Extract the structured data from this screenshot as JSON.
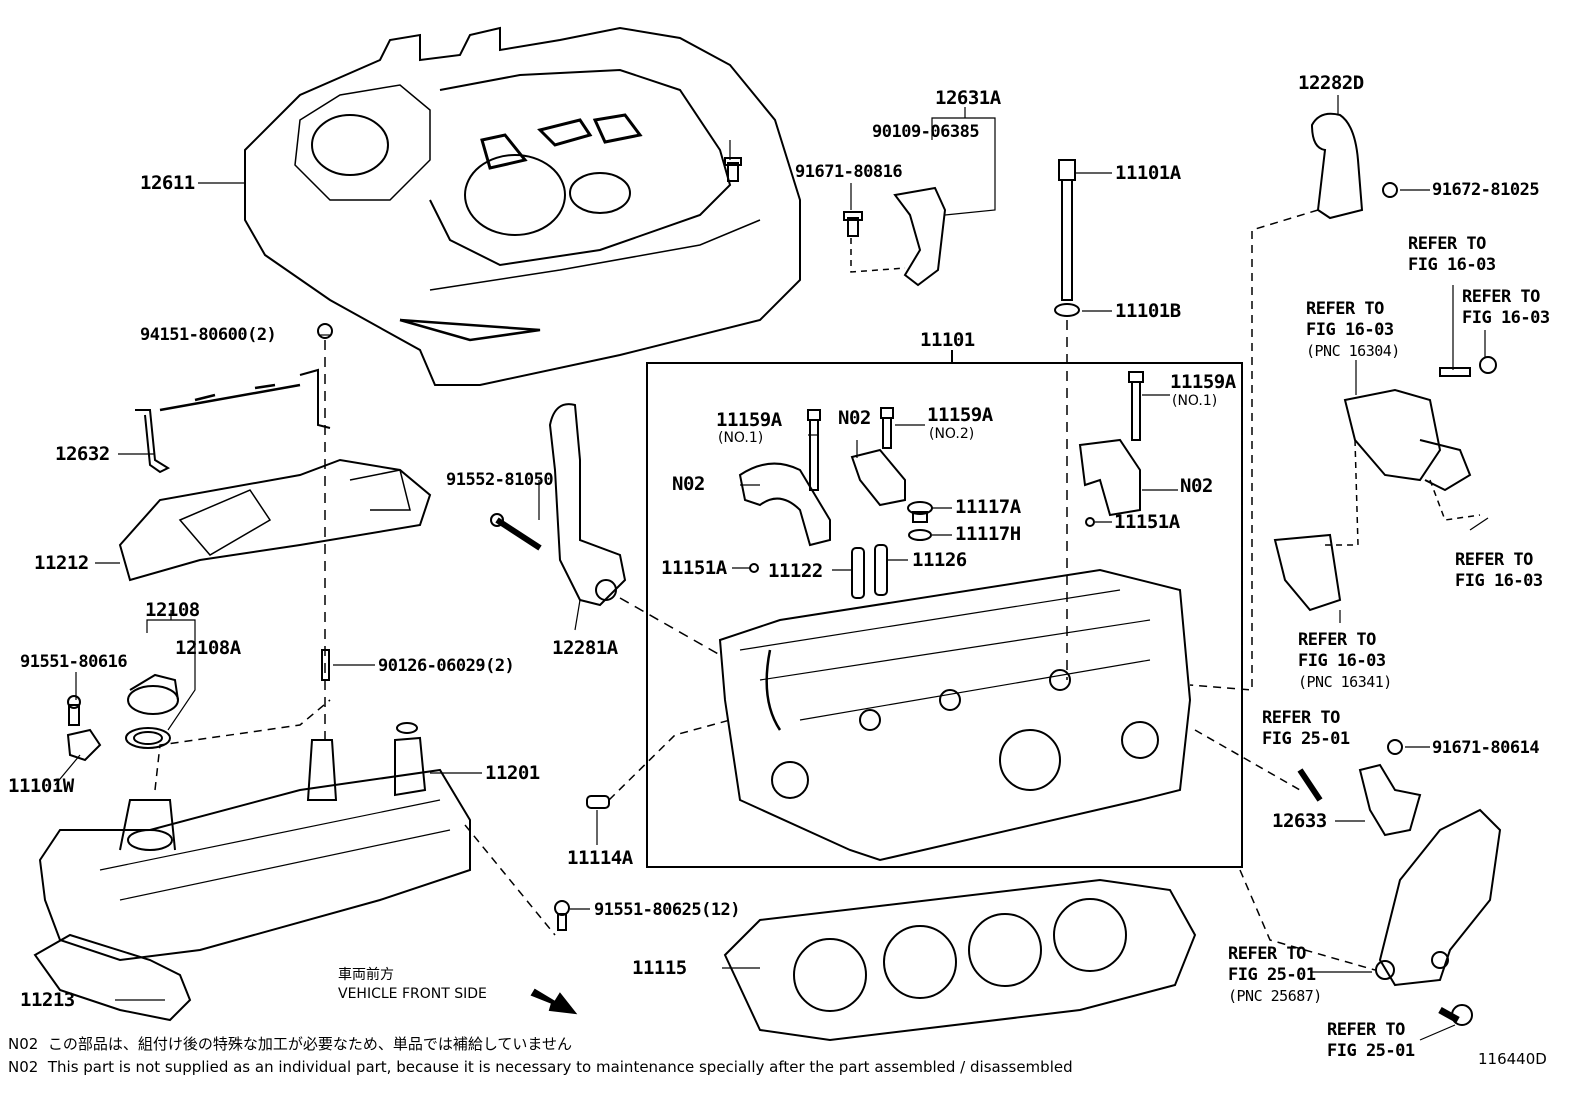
{
  "diagram": {
    "figure_id": "116440D",
    "front_direction": {
      "jp": "車両前方",
      "en": "VEHICLE FRONT SIDE"
    },
    "notes": [
      {
        "code": "N02",
        "text": "この部品は、組付け後の特殊な加工が必要なため、単品では補給していません"
      },
      {
        "code": "N02",
        "text": "This part is not supplied as an individual part, because it is necessary to maintenance specially after the part assembled / disassembled"
      }
    ],
    "parts": {
      "p12611": "12611",
      "p12631A": "12631A",
      "p90109_06385": "90109-06385",
      "p91671_80816": "91671-80816",
      "p11101A": "11101A",
      "p11101B": "11101B",
      "p11101": "11101",
      "p12282D": "12282D",
      "p91672_81025": "91672-81025",
      "p94151_80600": "94151-80600(2)",
      "p12632": "12632",
      "p11212": "11212",
      "p91552_81050": "91552-81050",
      "p12108": "12108",
      "p12108A": "12108A",
      "p91551_80616": "91551-80616",
      "p90126_06029": "90126-06029(2)",
      "p12281A": "12281A",
      "p11101W": "11101W",
      "p11201": "11201",
      "p11114A": "11114A",
      "p91551_80625": "91551-80625(12)",
      "p11213": "11213",
      "p11115": "11115",
      "p11159A_a": "11159A",
      "p11159A_a_sub": "(NO.1)",
      "p11159A_b": "11159A",
      "p11159A_b_sub": "(NO.2)",
      "p11159A_c": "11159A",
      "p11159A_c_sub": "(NO.1)",
      "pN02_a": "N02",
      "pN02_b": "N02",
      "pN02_c": "N02",
      "p11117A": "11117A",
      "p11117H": "11117H",
      "p11151A_a": "11151A",
      "p11151A_b": "11151A",
      "p11122": "11122",
      "p11126": "11126",
      "p12633": "12633",
      "p91671_80614": "91671-80614"
    },
    "references": {
      "r1": {
        "line1": "REFER TO",
        "line2": "FIG 16-03"
      },
      "r2": {
        "line1": "REFER TO",
        "line2": "FIG 16-03"
      },
      "r3": {
        "line1": "REFER TO",
        "line2": "FIG 16-03",
        "pnc": "(PNC 16304)"
      },
      "r4": {
        "line1": "REFER TO",
        "line2": "FIG 16-03"
      },
      "r5": {
        "line1": "REFER TO",
        "line2": "FIG 16-03",
        "pnc": "(PNC 16341)"
      },
      "r6": {
        "line1": "REFER TO",
        "line2": "FIG 25-01"
      },
      "r7": {
        "line1": "REFER TO",
        "line2": "FIG 25-01",
        "pnc": "(PNC 25687)"
      },
      "r8": {
        "line1": "REFER TO",
        "line2": "FIG 25-01"
      }
    }
  }
}
